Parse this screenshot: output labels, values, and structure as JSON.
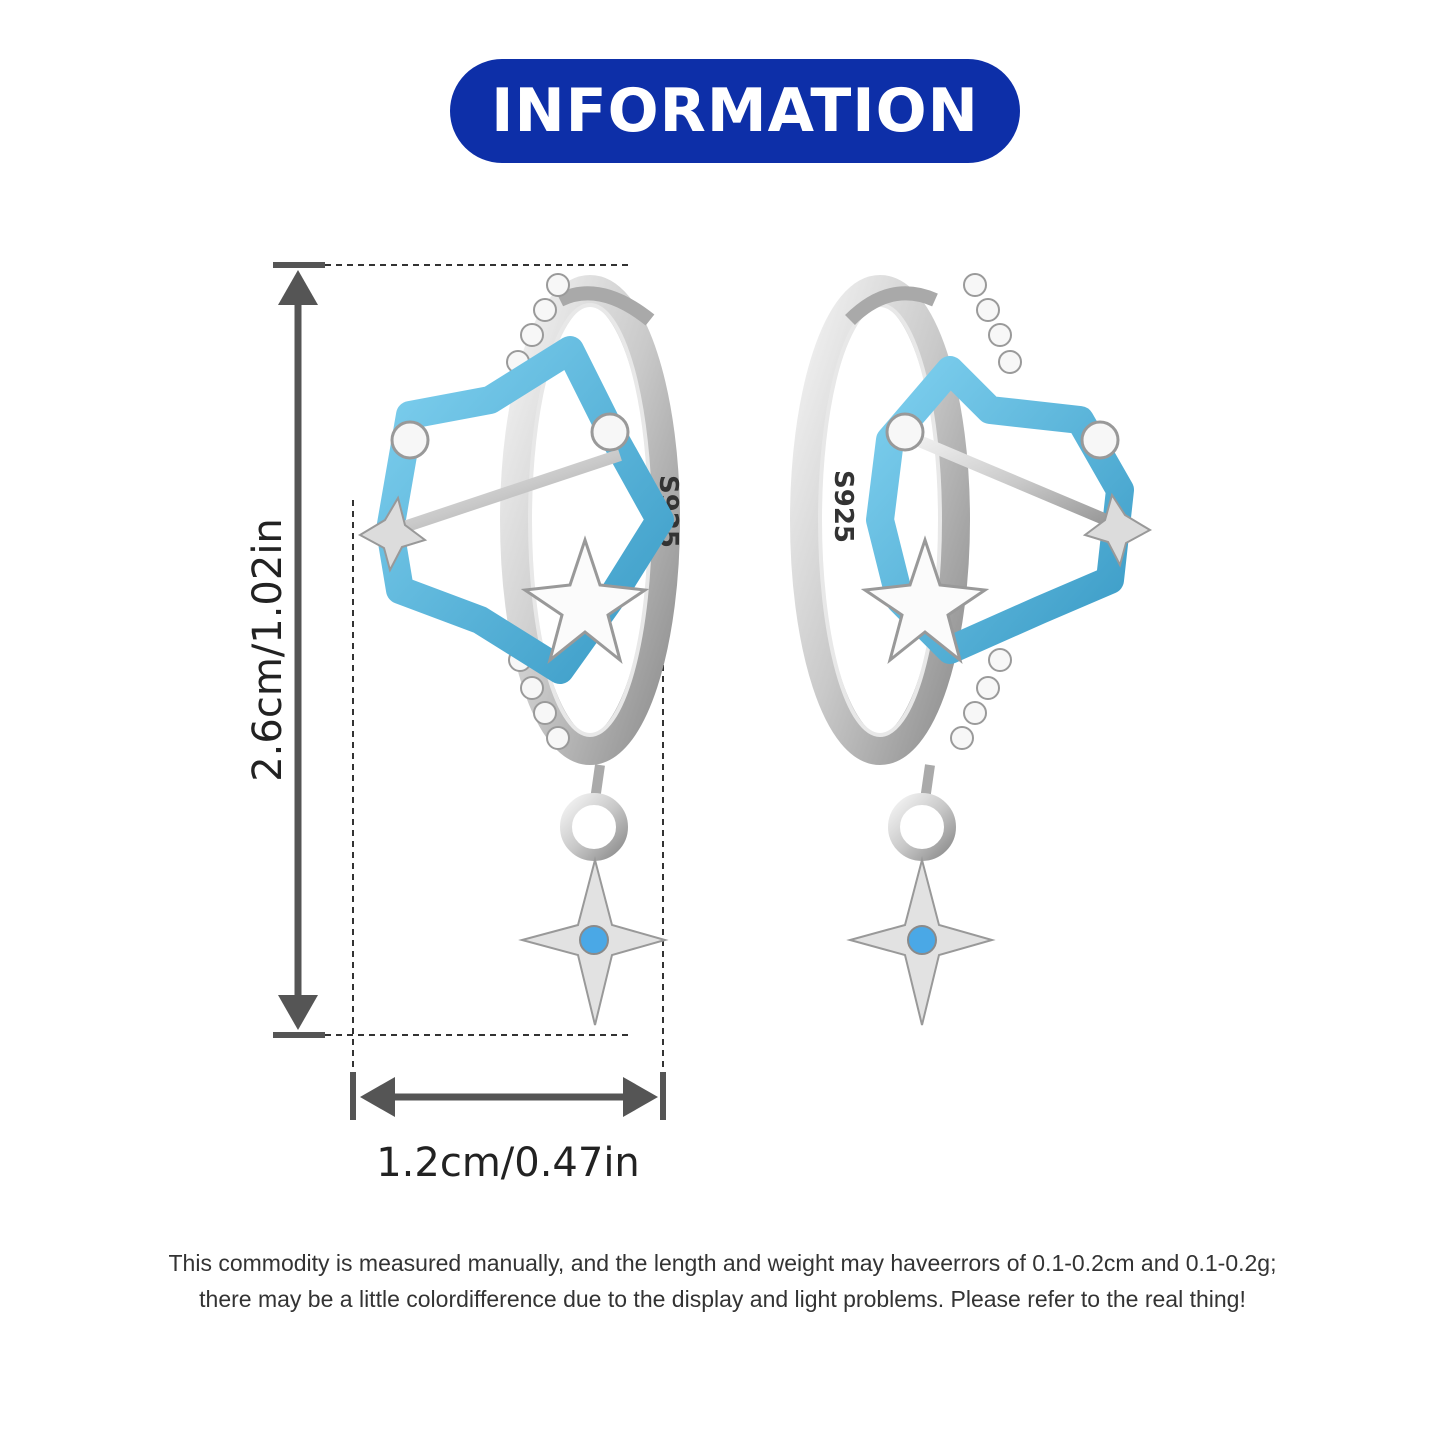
{
  "banner": {
    "title": "INFORMATION",
    "color": "#0d2fa8"
  },
  "dimensions": {
    "height": "2.6cm/1.02in",
    "width": "1.2cm/0.47in"
  },
  "stamp": "S925",
  "product": {
    "name_icon": "star-hoop-earring-icon",
    "enamel_color": "#4ab3d9",
    "accent_stone": "#3a9fe0"
  },
  "disclaimer": {
    "line1": "This commodity is measured manually, and the length and weight may haveerrors of 0.1-0.2cm and 0.1-0.2g;",
    "line2": "there may be a little colordifference due to the display and light problems. Please refer to the real thing!"
  }
}
